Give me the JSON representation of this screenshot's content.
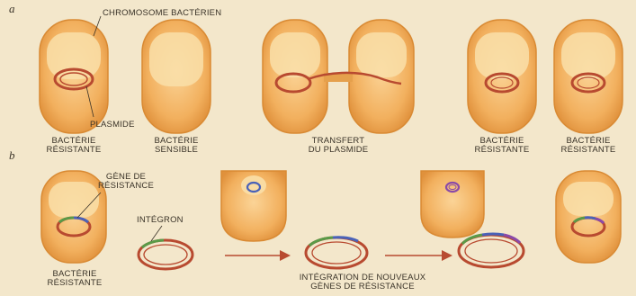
{
  "panels": {
    "a": "a",
    "b": "b"
  },
  "labels": {
    "chromosome": "CHROMOSOME BACTÉRIEN",
    "plasmide": "PLASMIDE",
    "resistant_1": "BACTÉRIE\nRÉSISTANTE",
    "sensible": "BACTÉRIE\nSENSIBLE",
    "transfert": "TRANSFERT\nDU PLASMIDE",
    "resistant_2": "BACTÉRIE\nRÉSISTANTE",
    "resistant_3": "BACTÉRIE\nRÉSISTANTE",
    "gene": "GÈNE DE\nRÉSISTANCE",
    "integron": "INTÉGRON",
    "resistant_b": "BACTÉRIE\nRÉSISTANTE",
    "integration": "INTÉGRATION DE NOUVEAUX\nGÈNES DE RÉSISTANCE"
  },
  "colors": {
    "background": "#f3e7cb",
    "cell_body": "#f2b05e",
    "cell_edge": "#d98a33",
    "cell_inner": "#f9dfa9",
    "plasmid": "#b84a30",
    "arrow": "#b84a30",
    "gene_blue": "#4a62b8",
    "gene_purple": "#8a4aa8",
    "gene_green": "#5a9a48"
  }
}
